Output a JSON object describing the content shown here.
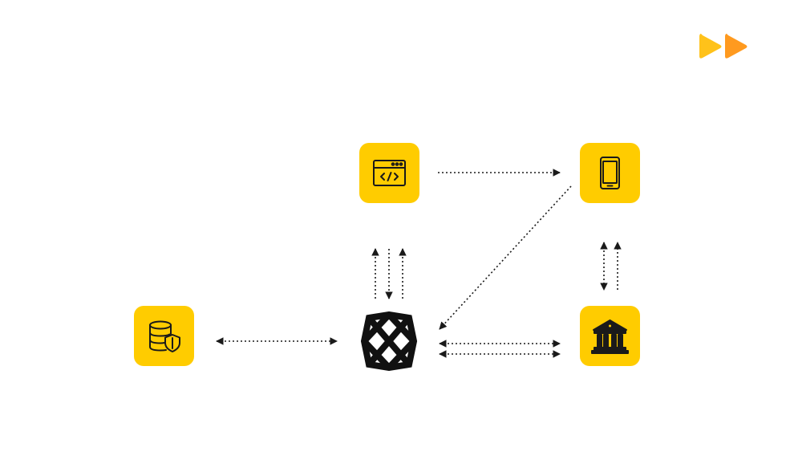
{
  "brand": {
    "logo_icon": "fast-forward-logo-icon",
    "colors": {
      "left": "#FFC21A",
      "right": "#FF9A1F"
    }
  },
  "colors": {
    "node_fill": "#FFCC00",
    "icon_stroke": "#1A1A1A",
    "connector": "#1A1A1A",
    "hub": "#111111"
  },
  "nodes": [
    {
      "id": "web-app",
      "icon": "code-window-icon"
    },
    {
      "id": "mobile-app",
      "icon": "smartphone-icon"
    },
    {
      "id": "secure-database",
      "icon": "database-shield-icon"
    },
    {
      "id": "hub",
      "icon": "lattice-hub-logo-icon"
    },
    {
      "id": "bank",
      "icon": "bank-building-icon"
    }
  ],
  "connections": [
    {
      "from": "web-app",
      "to": "mobile-app",
      "direction": "forward"
    },
    {
      "from": "mobile-app",
      "to": "hub",
      "direction": "forward"
    },
    {
      "from": "hub",
      "to": "web-app",
      "direction": "forward"
    },
    {
      "from": "web-app",
      "to": "hub",
      "direction": "forward"
    },
    {
      "from": "hub",
      "to": "web-app",
      "direction": "forward"
    },
    {
      "from": "secure-database",
      "to": "hub",
      "direction": "both"
    },
    {
      "from": "hub",
      "to": "bank",
      "direction": "both"
    },
    {
      "from": "hub",
      "to": "bank",
      "direction": "both"
    },
    {
      "from": "bank",
      "to": "mobile-app",
      "direction": "forward"
    },
    {
      "from": "mobile-app",
      "to": "bank",
      "direction": "both"
    }
  ]
}
